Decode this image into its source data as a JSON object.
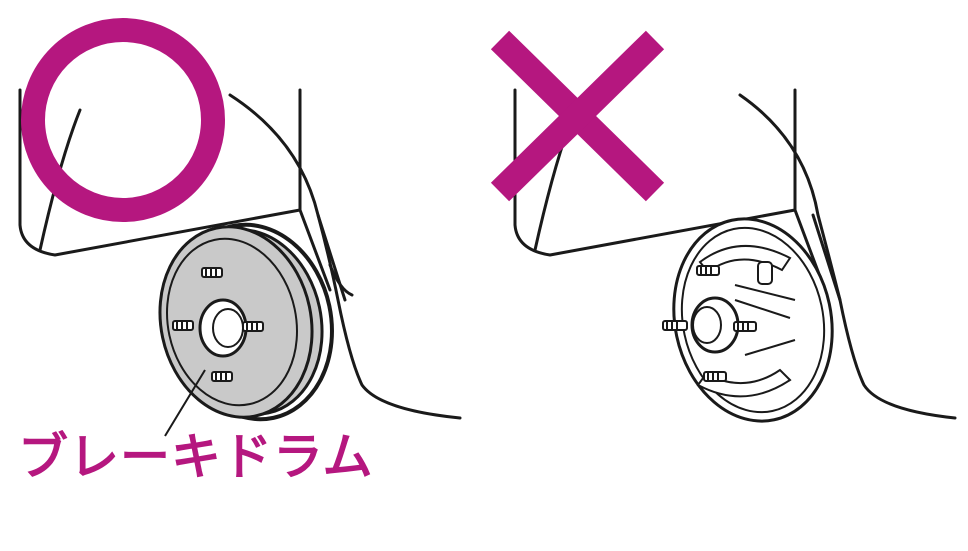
{
  "colors": {
    "mark": "#b5177f",
    "drum_fill": "#c9c9c9",
    "line": "#1a1a1a"
  },
  "panels": [
    {
      "symbol": "circle-mark",
      "meaning": "correct"
    },
    {
      "symbol": "cross-mark",
      "meaning": "incorrect"
    }
  ],
  "label": {
    "text": "ブレーキドラム"
  }
}
